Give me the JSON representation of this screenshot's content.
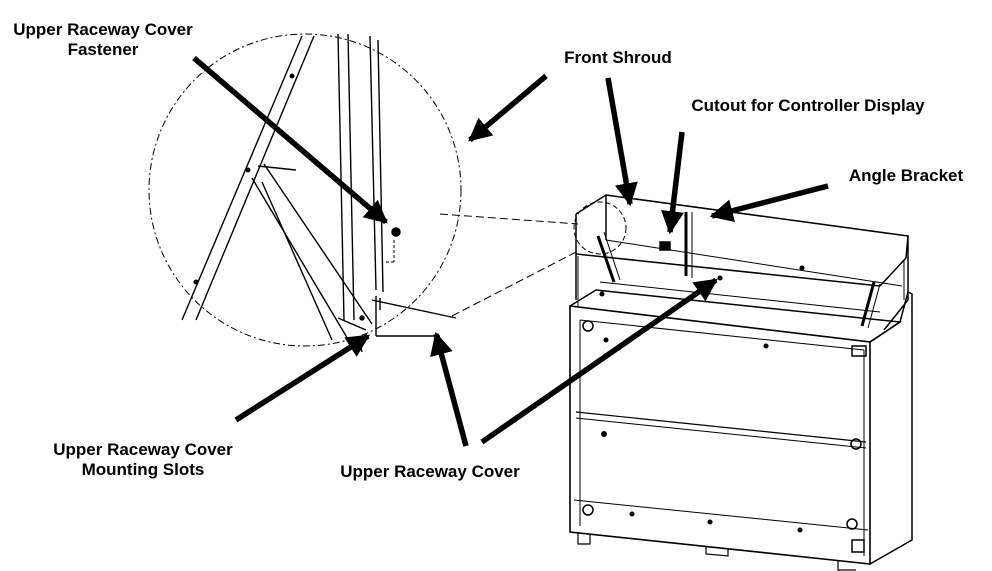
{
  "labels": {
    "fastener": [
      "Upper Raceway Cover",
      "Fastener"
    ],
    "front_shroud": "Front Shroud",
    "cutout": "Cutout for Controller Display",
    "angle_bracket": "Angle Bracket",
    "mounting_slots": [
      "Upper Raceway Cover",
      "Mounting Slots"
    ],
    "raceway_cover": "Upper Raceway Cover"
  }
}
